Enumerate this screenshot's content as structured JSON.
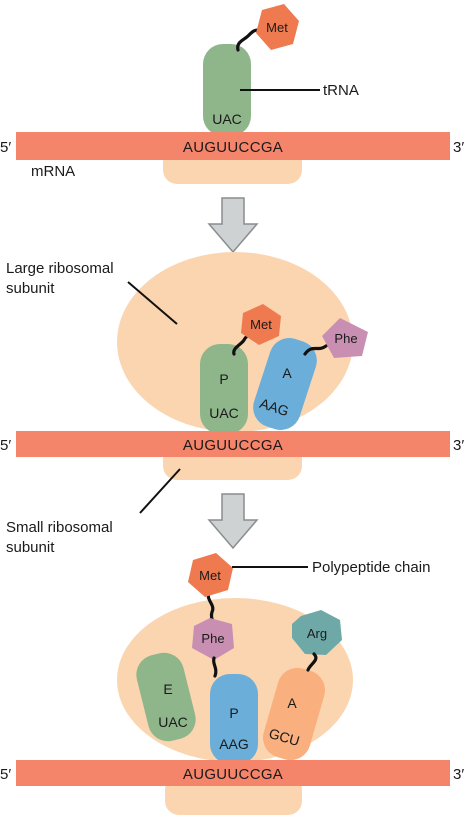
{
  "colors": {
    "mrna": "#f4846a",
    "ribosome": "#fbd5b0",
    "trna_green": "#8fb58a",
    "trna_blue": "#6aaed9",
    "trna_orange": "#f9b07e",
    "met": "#ef7a50",
    "phe": "#c88fb3",
    "arg": "#6fa9a7",
    "arrow_fill": "#cfd2d3",
    "arrow_stroke": "#8a8d8f"
  },
  "icons": {
    "arrow": "down-arrow-icon"
  },
  "panel1": {
    "met": "Met",
    "trna_anticodon": "UAC",
    "trna_label": "tRNA",
    "five_prime": "5′",
    "three_prime": "3′",
    "sequence": "AUGUUCCGA",
    "mrna_label": "mRNA"
  },
  "panel2": {
    "large_label_line1": "Large ribosomal",
    "large_label_line2": "subunit",
    "met": "Met",
    "phe": "Phe",
    "p_site": "P",
    "p_anticodon": "UAC",
    "a_site": "A",
    "a_anticodon": "AAG",
    "five_prime": "5′",
    "three_prime": "3′",
    "sequence": "AUGUUCCGA",
    "small_label_line1": "Small ribosomal",
    "small_label_line2": "subunit"
  },
  "panel3": {
    "met": "Met",
    "polypeptide_label": "Polypeptide chain",
    "phe": "Phe",
    "arg": "Arg",
    "e_site": "E",
    "e_anticodon": "UAC",
    "p_site": "P",
    "p_anticodon": "AAG",
    "a_site": "A",
    "a_anticodon": "GCU",
    "five_prime": "5′",
    "three_prime": "3′",
    "sequence": "AUGUUCCGA"
  }
}
